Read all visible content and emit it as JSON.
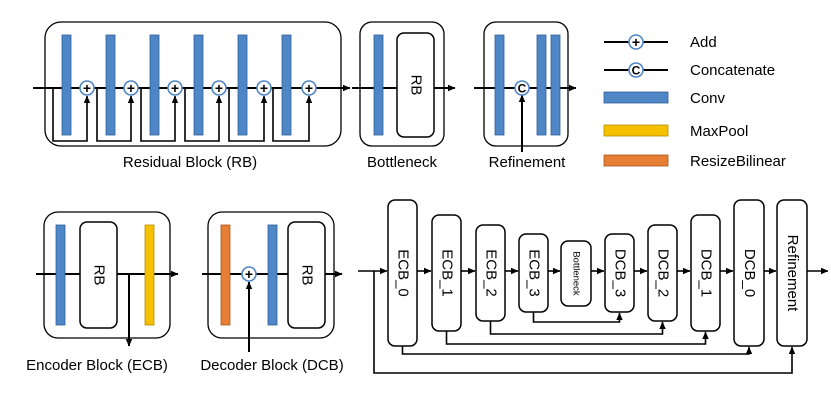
{
  "captions": {
    "residual_block": "Residual Block (RB)",
    "bottleneck": "Bottleneck",
    "refinement": "Refinement",
    "encoder_block": "Encoder Block (ECB)",
    "decoder_block": "Decoder Block (DCB)"
  },
  "inner_labels": {
    "rb": "RB",
    "concat_symbol": "C",
    "add_symbol": "+"
  },
  "legend": [
    {
      "label": "Add",
      "symbol": "add"
    },
    {
      "label": "Concatenate",
      "symbol": "concat"
    },
    {
      "label": "Conv",
      "symbol": "conv",
      "color": "#4f86c6"
    },
    {
      "label": "MaxPool",
      "symbol": "maxpool",
      "color": "#f5c000"
    },
    {
      "label": "ResizeBilinear",
      "symbol": "resize",
      "color": "#e67e34"
    }
  ],
  "pipeline": [
    "ECB_0",
    "ECB_1",
    "ECB_2",
    "ECB_3",
    "Bottleneck",
    "DCB_3",
    "DCB_2",
    "DCB_1",
    "DCB_0",
    "Refinement"
  ],
  "colors": {
    "conv": "#4f86c6",
    "maxpool": "#f5c000",
    "resize": "#e67e34",
    "add_circle_stroke": "#4f86c6"
  }
}
